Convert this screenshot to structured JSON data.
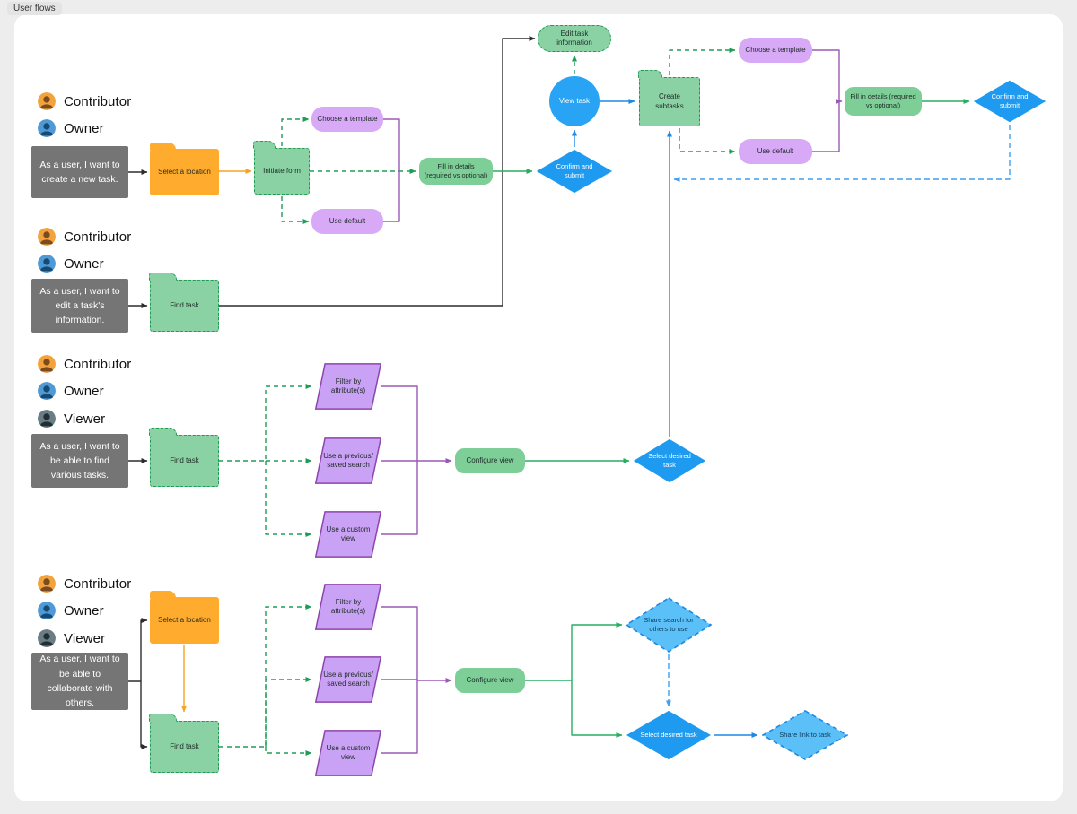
{
  "badge": "User flows",
  "groups": [
    {
      "actors": [
        "Contributor",
        "Owner"
      ],
      "story": "As a user, I want to create a new task."
    },
    {
      "actors": [
        "Contributor",
        "Owner"
      ],
      "story": "As a user, I want to edit a task's information."
    },
    {
      "actors": [
        "Contributor",
        "Owner",
        "Viewer"
      ],
      "story": "As a user, I want to be able to find various tasks."
    },
    {
      "actors": [
        "Contributor",
        "Owner",
        "Viewer"
      ],
      "story": "As a user, I want to be able to collaborate with others."
    }
  ],
  "nodes": {
    "select_location_1": "Select a location",
    "initiate_form": "Initiate form",
    "choose_template_1": "Choose a template",
    "use_default_1": "Use default",
    "fill_details_1": "Fill in details (required vs optional)",
    "confirm_submit_1": "Confirm and submit",
    "view_task": "View task",
    "edit_task_info": "Edit task information",
    "create_subtasks": "Create subtasks",
    "choose_template_2": "Choose a template",
    "use_default_2": "Use default",
    "fill_details_2": "Fill in details (required vs optional)",
    "confirm_submit_2": "Confirm and submit",
    "find_task_1": "Find task",
    "find_task_2": "Find task",
    "filter_attr_1": "Filter by attribute(s)",
    "saved_search_1": "Use a previous/ saved search",
    "custom_view_1": "Use a custom view",
    "configure_view_1": "Configure view",
    "select_task_1": "Select desired task",
    "select_location_2": "Select a location",
    "find_task_3": "Find task",
    "filter_attr_2": "Filter by attribute(s)",
    "saved_search_2": "Use a previous/ saved search",
    "custom_view_2": "Use a custom view",
    "configure_view_2": "Configure view",
    "share_search": "Share search for others to use",
    "select_task_2": "Select desired task",
    "share_link": "Share link to task"
  },
  "colors": {
    "connector_black": "#2d2d2d",
    "connector_orange": "#f5a324",
    "connector_green_dashed": "#1f9d55",
    "connector_green": "#27ae60",
    "connector_purple": "#9b59b6",
    "connector_blue": "#1e88e5",
    "story_box": "#757575",
    "folder_orange": "#ffab2e",
    "green_fill": "#8ad2a4",
    "pill_green": "#7dcf97",
    "purple_fill": "#d7a9f7",
    "parallelogram_fill": "#c9a2f5",
    "diamond_blue": "#1e9bf0",
    "diamond_light_blue": "#5bc0f8",
    "circle_blue": "#29a3f3"
  }
}
